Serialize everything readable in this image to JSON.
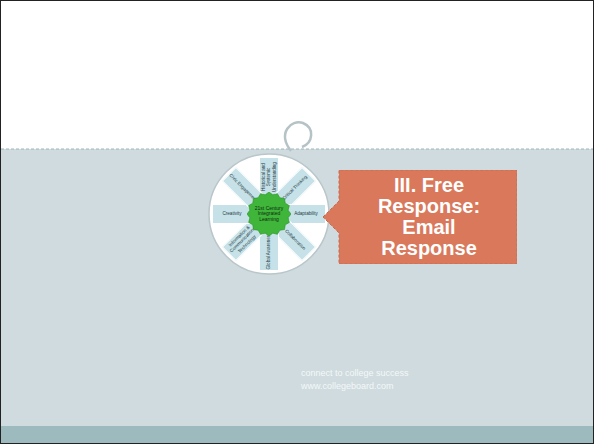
{
  "diagram": {
    "nodes": [
      {
        "text": [
          "Historical and Systemic Understanding"
        ]
      },
      {
        "text": [
          "Critical Thinking"
        ]
      },
      {
        "text": [
          "Adaptability"
        ]
      },
      {
        "text": [
          "Collaboration"
        ]
      },
      {
        "text": [
          "Global Awareness"
        ]
      },
      {
        "text": [
          "Information & Communications Technology"
        ]
      },
      {
        "text": [
          "Creativity"
        ]
      },
      {
        "text": [
          "Civic Engagement"
        ]
      },
      {
        "text": [
          "21st Century Integrated Learning"
        ]
      },
      {
        "text": [
          "III. Free Response: Email Response"
        ]
      }
    ],
    "labels": [
      "connect to college success",
      "www.collegeboard.com"
    ]
  }
}
